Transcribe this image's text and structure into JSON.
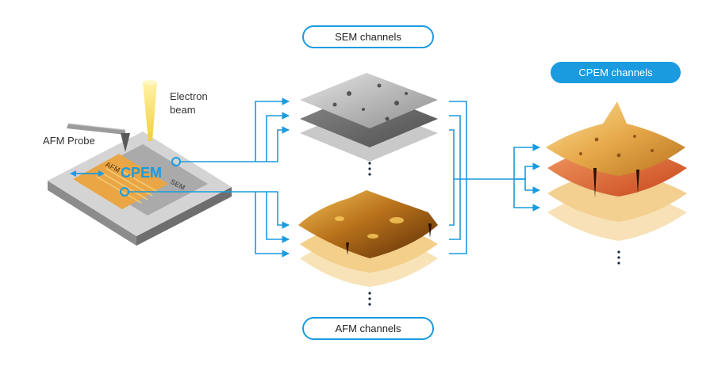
{
  "labels": {
    "sem_channels": "SEM channels",
    "afm_channels": "AFM channels",
    "cpem_channels": "CPEM channels",
    "electron_beam_line1": "Electron",
    "electron_beam_line2": "beam",
    "afm_probe": "AFM Probe",
    "sample_afm": "AFM",
    "sample_sem": "SEM",
    "sample_cpem": "CPEM"
  },
  "colors": {
    "accent": "#1a9be0",
    "sem_gray": "#9a9a9a",
    "afm_orange": "#e8a33d",
    "afm_light": "#f6d79c",
    "cpem_red": "#d2572a"
  }
}
